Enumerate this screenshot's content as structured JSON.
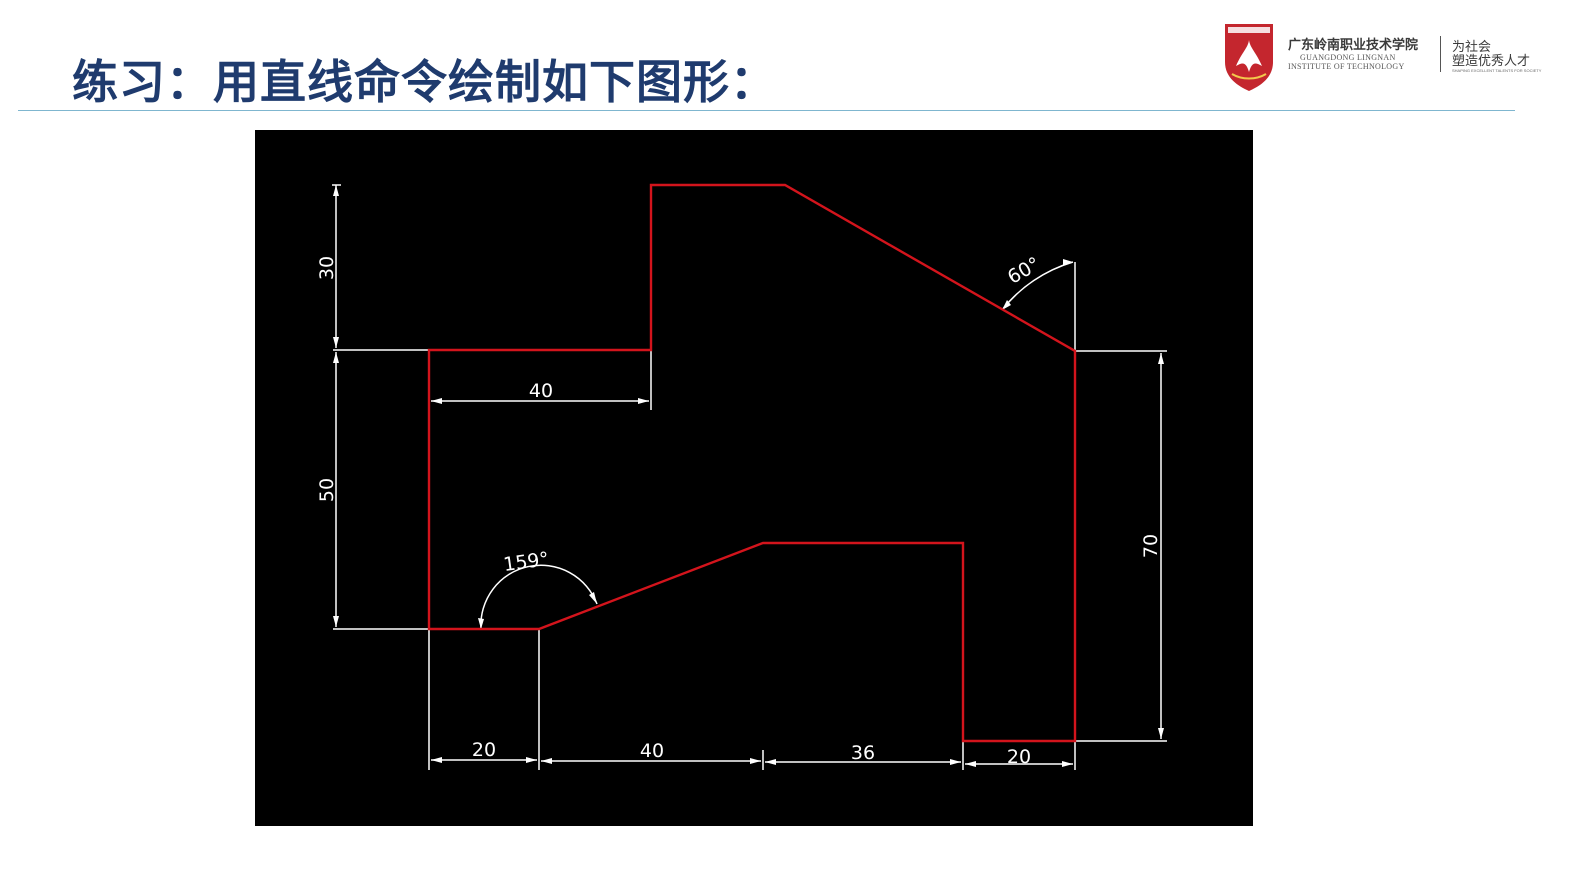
{
  "slide": {
    "title": "练习：用直线命令绘制如下图形："
  },
  "logo": {
    "school_cn": "广东岭南职业技术学院",
    "school_en_line1": "GUANGDONG LINGNAN",
    "school_en_line2": "INSTITUTE OF TECHNOLOGY",
    "slogan_line1": "为社会",
    "slogan_line2": "塑造优秀人才",
    "slogan_en": "SHAPING EXCELLENT TALENTS FOR SOCIETY"
  },
  "drawing": {
    "background": "#000000",
    "outline_color": "#d3141c",
    "dimension_color": "#ffffff",
    "dimensions": {
      "top_height": "30",
      "left_height": "50",
      "top_width": "40",
      "right_angle": "60°",
      "right_height": "70",
      "bottom_angle": "159°",
      "bottom_w1": "20",
      "bottom_w2": "40",
      "bottom_w3": "36",
      "bottom_w4": "20"
    }
  }
}
